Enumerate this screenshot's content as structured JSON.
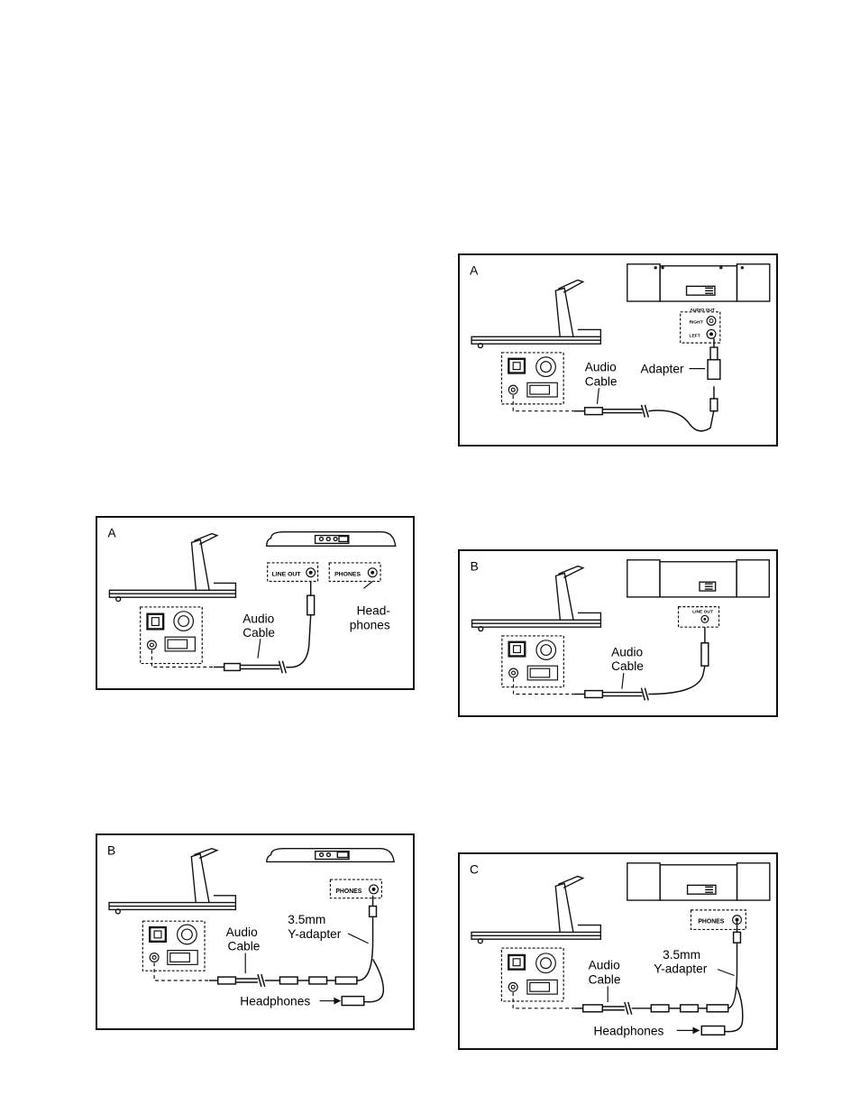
{
  "left": {
    "a": {
      "letter": "A",
      "line_out": "LINE OUT",
      "phones": "PHONES",
      "audio_cable": [
        "Audio",
        "Cable"
      ],
      "headphones": [
        "Head-",
        "phones"
      ]
    },
    "b": {
      "letter": "B",
      "phones": "PHONES",
      "adapter": [
        "3.5mm",
        "Y-adapter"
      ],
      "audio_cable": [
        "Audio",
        "Cable"
      ],
      "headphones": "Headphones"
    }
  },
  "right": {
    "a": {
      "letter": "A",
      "audio_out": "AUDIO OUT",
      "right_jack": "RIGHT",
      "left_jack": "LEFT",
      "adapter": "Adapter",
      "audio_cable": [
        "Audio",
        "Cable"
      ]
    },
    "b": {
      "letter": "B",
      "line_out": "LINE OUT",
      "audio_cable": [
        "Audio",
        "Cable"
      ]
    },
    "c": {
      "letter": "C",
      "phones": "PHONES",
      "adapter": [
        "3.5mm",
        "Y-adapter"
      ],
      "audio_cable": [
        "Audio",
        "Cable"
      ],
      "headphones": "Headphones"
    }
  }
}
